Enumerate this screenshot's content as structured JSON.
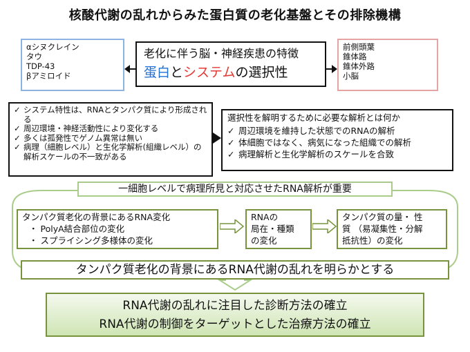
{
  "title": "核酸代謝の乱れからみた蛋白質の老化基盤とその排除機構",
  "left_proteins": [
    "αシヌクレイン",
    "タウ",
    "TDP-43",
    "βアミロイド"
  ],
  "center": {
    "line1": "老化に伴う脳・神経疾患の特徴",
    "part_blue": "蛋白",
    "part_black1": "と",
    "part_red": "システム",
    "part_black2": "の選択性"
  },
  "right_systems": [
    "前側頭葉",
    "錐体路",
    "錐体外路",
    "小脳"
  ],
  "checklist_left": [
    "システム特性は、RNAとタンパク質により形成される",
    "周辺環境・神経活動性により変化する",
    "多くは孤発性でゲノム異常は無い",
    "病理（細胞レベル）と生化学解析(組織レベル）の解析スケールの不一致がある"
  ],
  "analysis_box": {
    "heading": "選択性を解明するために必要な解析とは何か",
    "items": [
      "周辺環境を維持した状態でのRNAの解析",
      "体細胞ではなく、病気になった組織での解析",
      "病理解析と生化学解析のスケールを合致"
    ]
  },
  "importance_label": "一細胞レベルで病理所見と対応させたRNA解析が重要",
  "flow": {
    "box1_title": "タンパク質老化の背景にあるRNA変化",
    "box1_items": [
      "PolyA結合部位の変化",
      "スプライシング多様体の変化"
    ],
    "box2_lines": [
      "RNAの",
      "局在・種類",
      "の変化"
    ],
    "box3_lines": [
      "タンパク質の量・ 性",
      "質 （易凝集性・分解",
      "抵抗性）の変化"
    ]
  },
  "goal_label": "タンパク質老化の背景にあるRNA代謝の乱れを明らかとする",
  "outcome_lines": [
    "RNA代謝の乱れに注目した診断方法の確立",
    "RNA代謝の制御をターゲットとした治療方法の確立"
  ],
  "colors": {
    "blue": "#1f6fd6",
    "red": "#e53935",
    "green_border": "#77933c",
    "green_fill_top": "#f4f9ee",
    "green_fill_bottom": "#cfe5b4"
  }
}
